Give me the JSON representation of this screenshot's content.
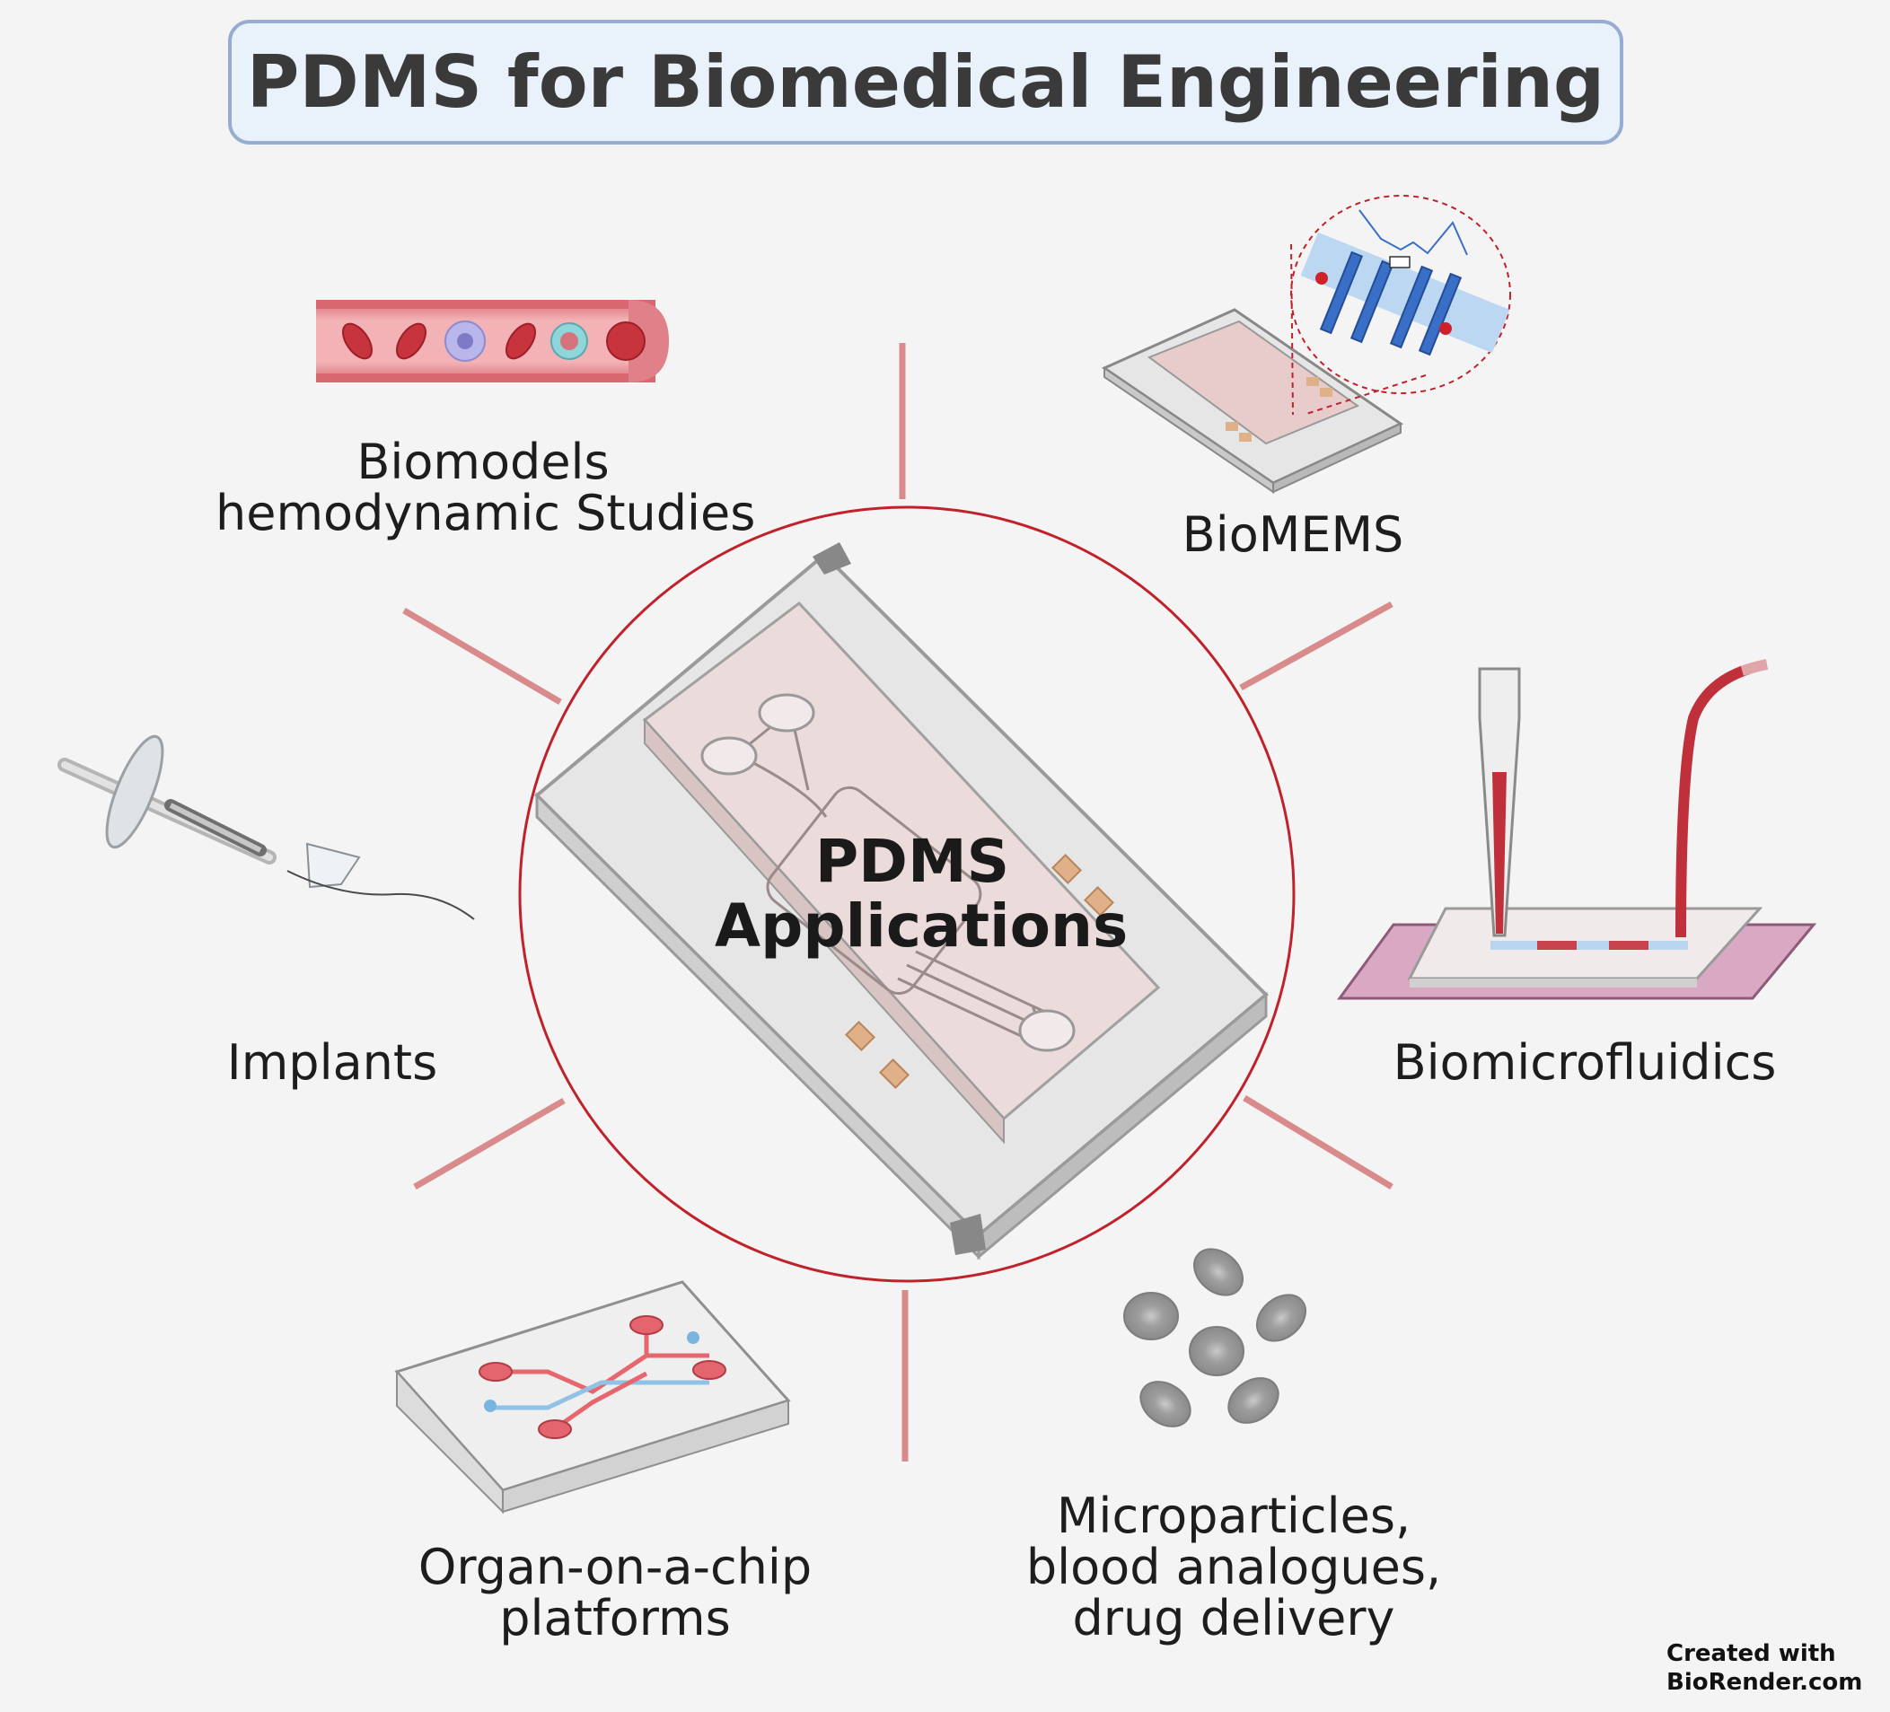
{
  "title": "PDMS for Biomedical Engineering",
  "center": {
    "line1": "PDMS",
    "line2": "Applications"
  },
  "applications": {
    "biomodels": {
      "line1": "Biomodels",
      "line2": "hemodynamic Studies",
      "icon": "blood-vessel-icon"
    },
    "biomems": {
      "line1": "BioMEMS",
      "icon": "biomems-chip-icon"
    },
    "implants": {
      "line1": "Implants",
      "icon": "implant-device-icon"
    },
    "biomicrofluidics": {
      "line1": "Biomicrofluidics",
      "icon": "microfluidic-slide-icon"
    },
    "organ_on_chip": {
      "line1": "Organ-on-a-chip",
      "line2": "platforms",
      "icon": "organ-chip-icon"
    },
    "microparticles": {
      "line1": "Microparticles,",
      "line2": "blood analogues,",
      "line3": "drug delivery",
      "icon": "microparticles-icon"
    }
  },
  "credit": {
    "line1": "Created with",
    "line2": "BioRender.com"
  },
  "colors": {
    "background": "#f4f4f4",
    "title_fill": "#e9f1fb",
    "title_border": "#97acd1",
    "circle_stroke": "#c0222b",
    "connector": "#d98a8a",
    "blood_red": "#c0303a"
  }
}
